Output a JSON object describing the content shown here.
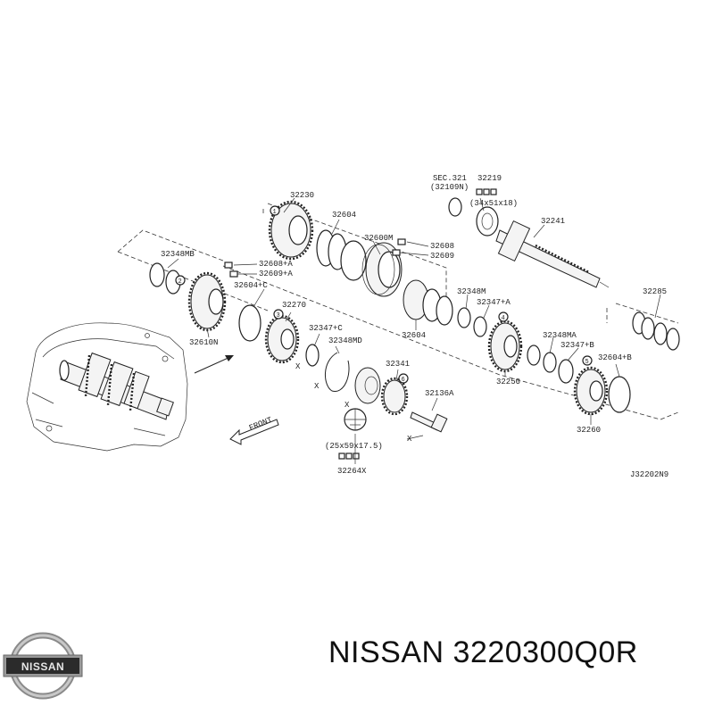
{
  "diagram": {
    "labels": {
      "p32230": "32230",
      "p32604_a": "32604",
      "p32600m": "32600M",
      "p32608": "32608",
      "p32609": "32609",
      "sec_ref": "SEC.321",
      "sec_sub": "(32109N)",
      "p32219": "32219",
      "dim_bearing1": "(34x51x18)",
      "p32241": "32241",
      "p32348mb": "32348MB",
      "p32608a": "32608+A",
      "p32609a": "32609+A",
      "p32604c": "32604+C",
      "p32348m": "32348M",
      "p32347a": "32347+A",
      "p32285": "32285",
      "p32270": "32270",
      "p32610n": "32610N",
      "p32347c": "32347+C",
      "p32348md": "32348MD",
      "p32604_b": "32604",
      "p32348ma": "32348MA",
      "p32347b": "32347+B",
      "p32604b": "32604+B",
      "p32250": "32250",
      "p32341": "32341",
      "p32136a": "32136A",
      "p32260": "32260",
      "dim_bearing2": "(25x59x17.5)",
      "p32264x": "32264X",
      "front": "FRONT",
      "code": "J32202N9",
      "x_mark": "X"
    },
    "callouts": {
      "c1": "1",
      "c2": "2",
      "c3": "3",
      "c4": "4",
      "c5": "5",
      "c6": "6"
    }
  },
  "footer": {
    "brand_text": "NISSAN 3220300Q0R",
    "logo_text": "NISSAN"
  }
}
